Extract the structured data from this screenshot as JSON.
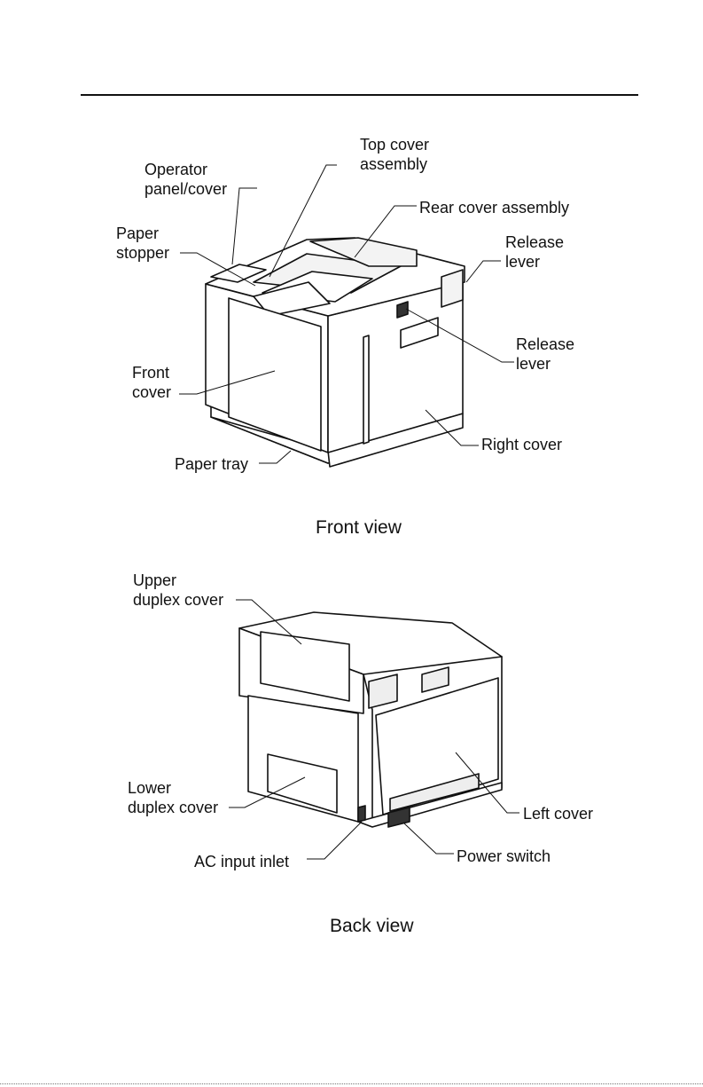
{
  "front": {
    "labels": {
      "top_cover": "Top cover\nassembly",
      "operator_panel": "Operator\npanel/cover",
      "rear_cover": "Rear cover assembly",
      "paper_stopper": "Paper\nstopper",
      "release_lever_top": "Release\nlever",
      "release_lever_side": "Release\nlever",
      "front_cover": "Front\ncover",
      "right_cover": "Right cover",
      "paper_tray": "Paper tray"
    },
    "caption": "Front view"
  },
  "back": {
    "labels": {
      "upper_duplex": "Upper\nduplex cover",
      "lower_duplex": "Lower\nduplex cover",
      "left_cover": "Left cover",
      "ac_inlet": "AC input inlet",
      "power_switch": "Power switch"
    },
    "caption": "Back view"
  }
}
